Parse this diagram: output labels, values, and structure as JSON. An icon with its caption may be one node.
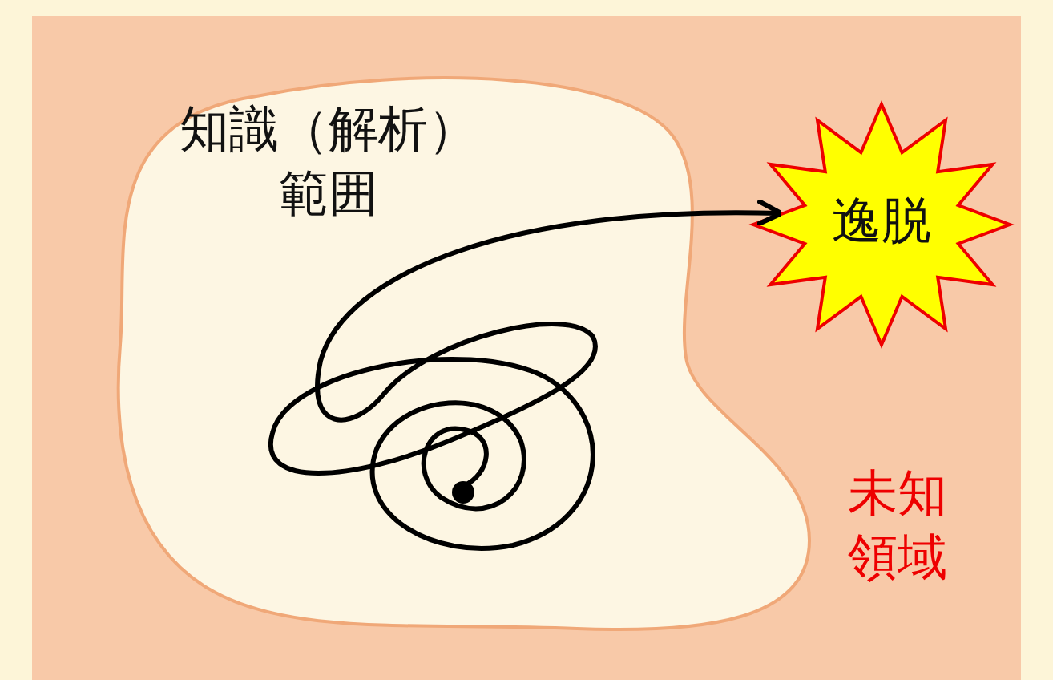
{
  "diagram": {
    "nodes": [
      {
        "text": [
          "未知領域"
        ]
      },
      {
        "text": [
          "知識（解析）範囲"
        ],
        "in": 0
      },
      {
        "text": [],
        "shape": "circle",
        "in": 1
      },
      {
        "text": [
          "逸脱"
        ],
        "in": 0
      }
    ],
    "edges": [
      {
        "from": 2,
        "to": 3,
        "arrow": "to"
      }
    ]
  }
}
